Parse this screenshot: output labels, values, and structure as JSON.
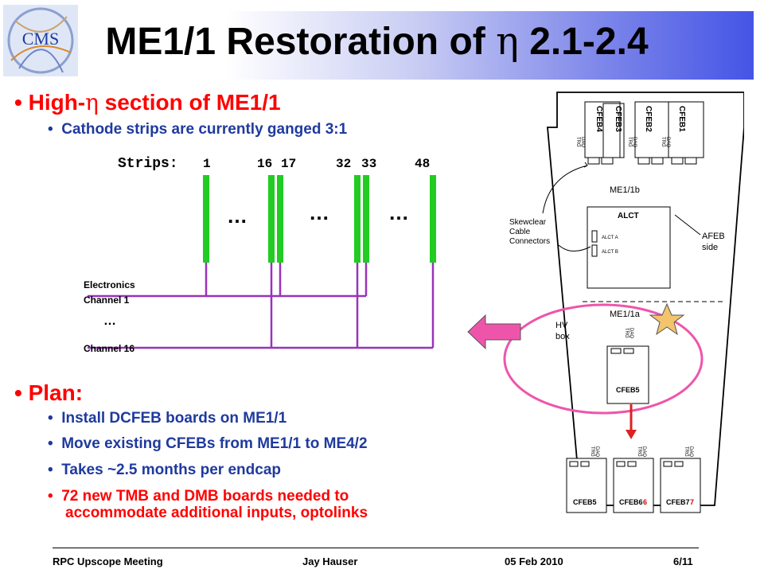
{
  "slide": {
    "title": "ME1/1 Restoration of",
    "title_eta": "η",
    "title_range": "2.1-2.4",
    "logo_text": "CMS",
    "section1": {
      "heading_pre": "High-",
      "heading_eta": "η",
      "heading_post": " section of ME1/1",
      "sub": "Cathode strips are currently ganged 3:1"
    },
    "strips": {
      "label": "Strips:",
      "numbers": [
        "1",
        "16",
        "17",
        "32",
        "33",
        "48"
      ],
      "ellipsis": "…",
      "electronics_label": "Electronics",
      "channel1": "Channel 1",
      "channel16": "Channel 16"
    },
    "plan": {
      "heading": "Plan:",
      "items": [
        "Install DCFEB boards on ME1/1",
        "Move existing CFEBs from ME1/1 to ME4/2",
        "Takes ~2.5 months per endcap"
      ],
      "highlight_line1": "72 new TMB and DMB boards needed to",
      "highlight_line2": "accommodate additional inputs, optolinks"
    },
    "diagram": {
      "cfebs_top": [
        "CFEB4",
        "CFEB3",
        "CFEB2",
        "CFEB1"
      ],
      "trg": "TRG",
      "daq": "DAQ",
      "me11b": "ME1/1b",
      "alct": "ALCT",
      "alct_a": "ALCT A",
      "alct_b": "ALCT B",
      "skewclear1": "Skewclear",
      "skewclear2": "Cable",
      "skewclear3": "Connectors",
      "afeb1": "AFEB",
      "afeb2": "side",
      "me11a": "ME1/1a",
      "hv1": "HV",
      "hv2": "box",
      "cfeb5": "CFEB5",
      "cfebs_bottom": [
        "CFEB5",
        "CFEB6",
        "CFEB7"
      ],
      "num6": "6",
      "num7": "7"
    },
    "footer": {
      "meeting": "RPC Upscope Meeting",
      "author": "Jay Hauser",
      "date": "05 Feb 2010",
      "page": "6/11"
    },
    "colors": {
      "strip_green": "#22cc22",
      "wire_purple": "#9933bb",
      "ellipse_pink": "#ee55aa",
      "heading_red": "#ff0000",
      "bullet_blue": "#1f3a9e"
    }
  }
}
